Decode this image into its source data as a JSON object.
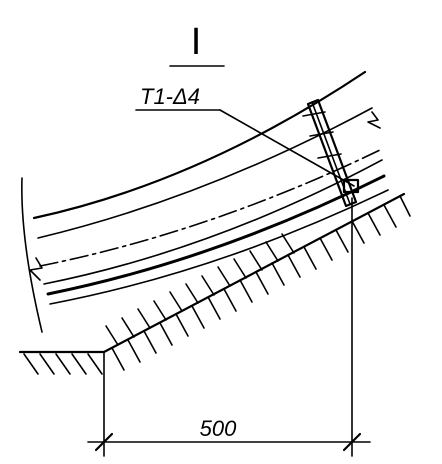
{
  "detail": {
    "title": "I",
    "callout_label": "Т1-Δ4",
    "dimension_value": "500"
  },
  "colors": {
    "ink": "#000000",
    "paper": "#ffffff"
  }
}
